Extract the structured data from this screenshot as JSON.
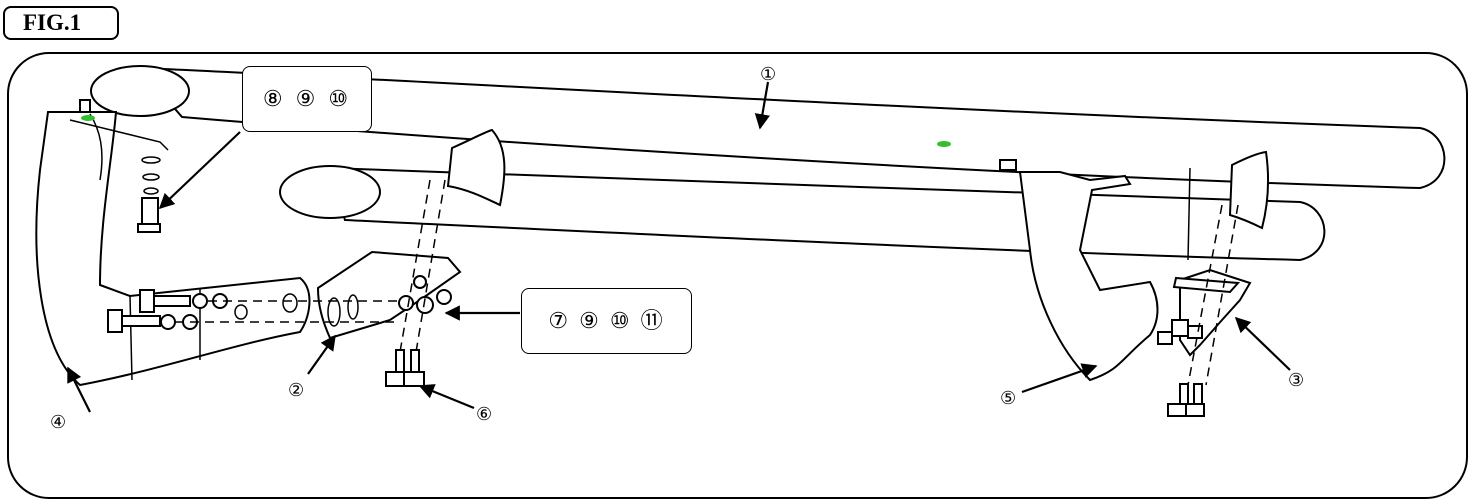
{
  "figure": {
    "label": "FIG.1"
  },
  "callouts": [
    {
      "text": "⑧ ⑨ ⑩"
    },
    {
      "text": "⑦ ⑨ ⑩ ⑪"
    }
  ],
  "part_numbers": [
    "①",
    "②",
    "③",
    "④",
    "⑤",
    "⑥"
  ],
  "colors": {
    "line": "#000000",
    "marker": "#2fbf2f",
    "background": "#ffffff"
  }
}
